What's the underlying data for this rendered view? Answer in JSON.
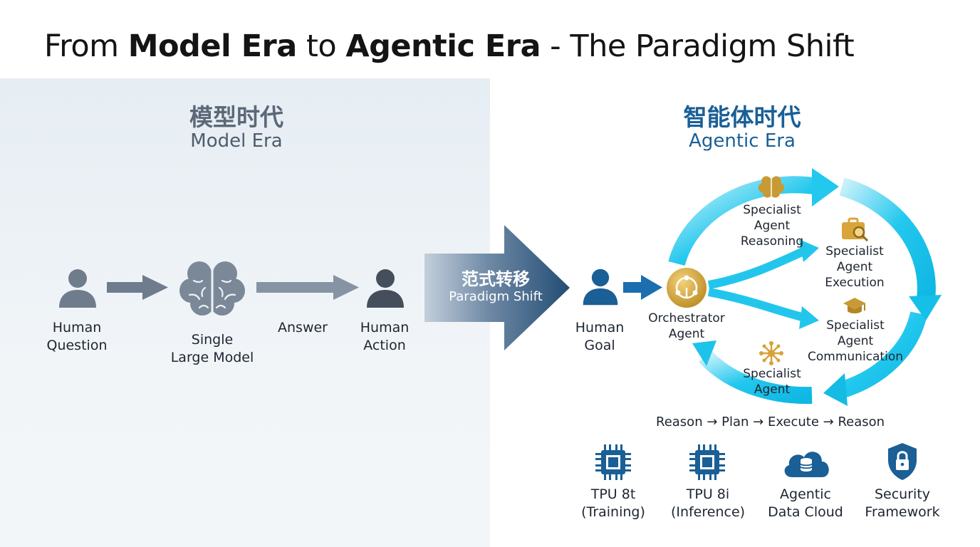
{
  "title": {
    "pre": "From ",
    "bold1": "Model Era",
    "mid": " to ",
    "bold2": "Agentic Era",
    "post": " - The Paradigm Shift"
  },
  "model_era": {
    "title_cn": "模型时代",
    "title_en": "Model Era",
    "human_question": [
      "Human",
      "Question"
    ],
    "single_model": [
      "Single",
      "Large Model"
    ],
    "answer": "Answer",
    "human_action": [
      "Human",
      "Action"
    ]
  },
  "shift": {
    "cn": "范式转移",
    "en": "Paradigm Shift"
  },
  "agentic_era": {
    "title_cn": "智能体时代",
    "title_en": "Agentic Era",
    "human_goal": [
      "Human",
      "Goal"
    ],
    "orchestrator": [
      "Orchestrator",
      "Agent"
    ],
    "agent_reasoning": [
      "Specialist",
      "Agent",
      "Reasoning"
    ],
    "agent_execution": [
      "Specialist",
      "Agent",
      "Execution"
    ],
    "agent_communication": [
      "Specialist",
      "Agent",
      "Communication"
    ],
    "agent_plain": [
      "Specialist",
      "Agent"
    ],
    "cycle_text": "Reason → Plan → Execute → Reason"
  },
  "infra": [
    {
      "icon": "chip-icon",
      "lines": [
        "TPU 8t",
        "(Training)"
      ]
    },
    {
      "icon": "chip-icon",
      "lines": [
        "TPU 8i",
        "(Inference)"
      ]
    },
    {
      "icon": "database-cloud-icon",
      "lines": [
        "Agentic",
        "Data Cloud"
      ]
    },
    {
      "icon": "shield-lock-icon",
      "lines": [
        "Security",
        "Framework"
      ]
    }
  ],
  "colors": {
    "model_gray": "#5b6878",
    "agentic_blue": "#1a5f96",
    "cyan": "#16c6ec",
    "gold": "#c89a35",
    "navy_arrow": "#2c5379"
  }
}
